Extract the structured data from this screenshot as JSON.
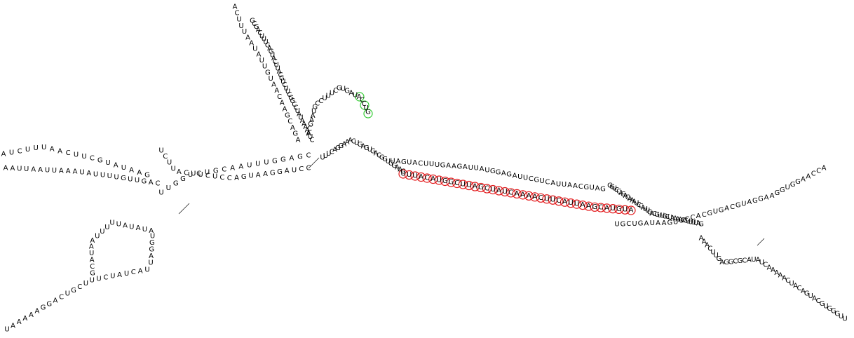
{
  "colors": {
    "red_highlight": "#e31a1c",
    "green_highlight": "#33cc33",
    "text": "#000000",
    "background": "#ffffff"
  },
  "strands": [
    "UAAAAAGGACUGCUUUCUAUCAU",
    "UAGGUAUAUAUUUUUAAUACG",
    "AAUUAAUUAAAUAUUUUGUUGAC",
    "AUCUUUAACUUCGUAUAAG",
    "UCUUACUUCUCCAGUAAGGAUCC",
    "UUGGUCUGCAAUUUGGAGC",
    "ACUUUAAUAUUGUAACAAGCAGA",
    "GCGACUUUGAGUACUUACGUCUUCGGCCUAUAAAAAUC",
    "ACGAAUGCCUUUCGUGAUACCUG",
    "UUUCAGGAAACUGAGUGACGGUGGAAG",
    "UUUACAUGGCUUAGCUAUCAAAACUUCAUUAAGCAUGUA",
    "UAGUACUUUGAAGAUUAUGGAGAUUCGUCAUUAACGUAG",
    "GGUCCAGACAAAUCCAUUGACGUUGCUAAAACCUUUUAG",
    "UGCUGAUAAGUUCCACGUGACGUAGGAAGGUGGAACCA",
    "AAACUUGAGGCGCAUAUCAAAAACUACAGUACGUGGGUU"
  ]
}
